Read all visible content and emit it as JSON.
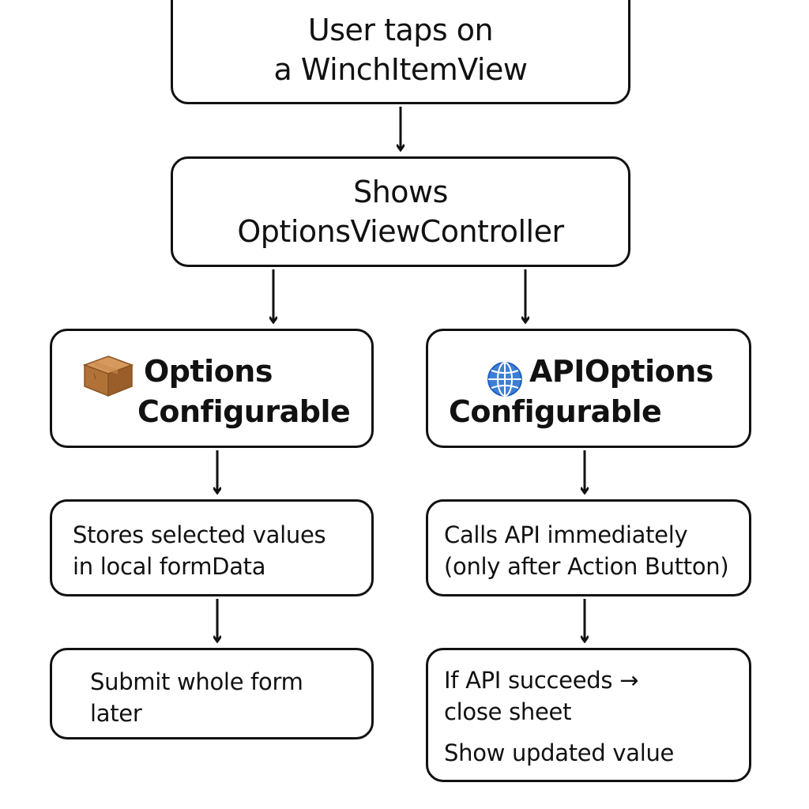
{
  "nodes": {
    "start": {
      "lines": [
        "User taps on",
        "a WinchItemView"
      ]
    },
    "shows": {
      "lines": [
        "Shows",
        "OptionsViewController"
      ]
    },
    "options": {
      "title": "Options",
      "subtitle": "Configurable",
      "icon": "package-box-icon"
    },
    "api": {
      "title": "APIOptions",
      "subtitle": "Configurable",
      "icon": "globe-icon"
    },
    "store": {
      "lines": [
        "Stores selected values",
        "in local formData"
      ]
    },
    "calls": {
      "lines": [
        "Calls API immediately",
        "(only after Action Button)"
      ]
    },
    "submit": {
      "lines": [
        "Submit whole form",
        "later"
      ]
    },
    "success": {
      "lines": [
        "If API succeeds →",
        "close sheet"
      ],
      "extra": "Show updated value"
    }
  },
  "colors": {
    "stroke": "#111111",
    "background": "#ffffff",
    "box_icon": "#b07236",
    "globe_icon": "#1f5fbf"
  }
}
